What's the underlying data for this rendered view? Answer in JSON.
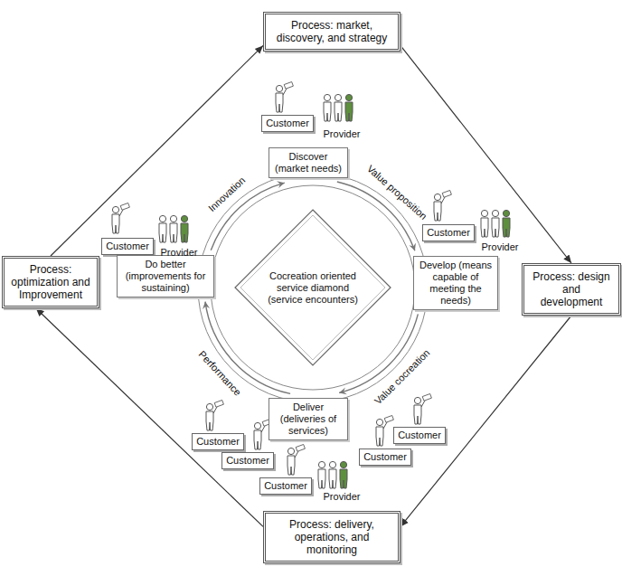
{
  "diagram": {
    "nodes": [
      {
        "text": [
          "Process: market, discovery, and strategy"
        ]
      },
      {
        "text": [
          "Customer"
        ]
      },
      {
        "text": [
          "Discover (market needs)"
        ]
      },
      {
        "text": [
          "Customer"
        ]
      },
      {
        "text": [
          "Develop (means capable of meeting the needs)"
        ]
      },
      {
        "text": [
          "Process: design and development"
        ]
      },
      {
        "text": [
          "Customer"
        ]
      },
      {
        "text": [
          "Do better (improvements for sustaining)"
        ]
      },
      {
        "text": [
          "Cocreation oriented service diamond (service encounters)"
        ]
      },
      {
        "text": [
          "Process: optimization and Improvement"
        ]
      },
      {
        "text": [
          "Deliver (deliveries of services)"
        ]
      },
      {
        "text": [
          "Customer"
        ]
      },
      {
        "text": [
          "Customer"
        ]
      },
      {
        "text": [
          "Customer"
        ]
      },
      {
        "text": [
          "Customer"
        ]
      },
      {
        "text": [
          "Customer"
        ]
      },
      {
        "text": [
          "Process: delivery, operations, and monitoring"
        ]
      }
    ],
    "edges": [
      {
        "from": 0,
        "to": 5,
        "arrow": "to"
      },
      {
        "from": 5,
        "to": 16,
        "arrow": "to"
      },
      {
        "from": 16,
        "to": 9,
        "arrow": "to"
      },
      {
        "from": 9,
        "to": 0,
        "arrow": "to"
      },
      {
        "from": 2,
        "to": 4,
        "label": "Value proposition",
        "arrow": "to"
      },
      {
        "from": 4,
        "to": 10,
        "label": "Value cocreation",
        "arrow": "to"
      },
      {
        "from": 10,
        "to": 7,
        "label": "Performance",
        "arrow": "to"
      },
      {
        "from": 7,
        "to": 2,
        "label": "Innovation",
        "arrow": "to"
      }
    ],
    "labels": [
      "Provider",
      "Provider",
      "Provider",
      "Provider"
    ]
  }
}
